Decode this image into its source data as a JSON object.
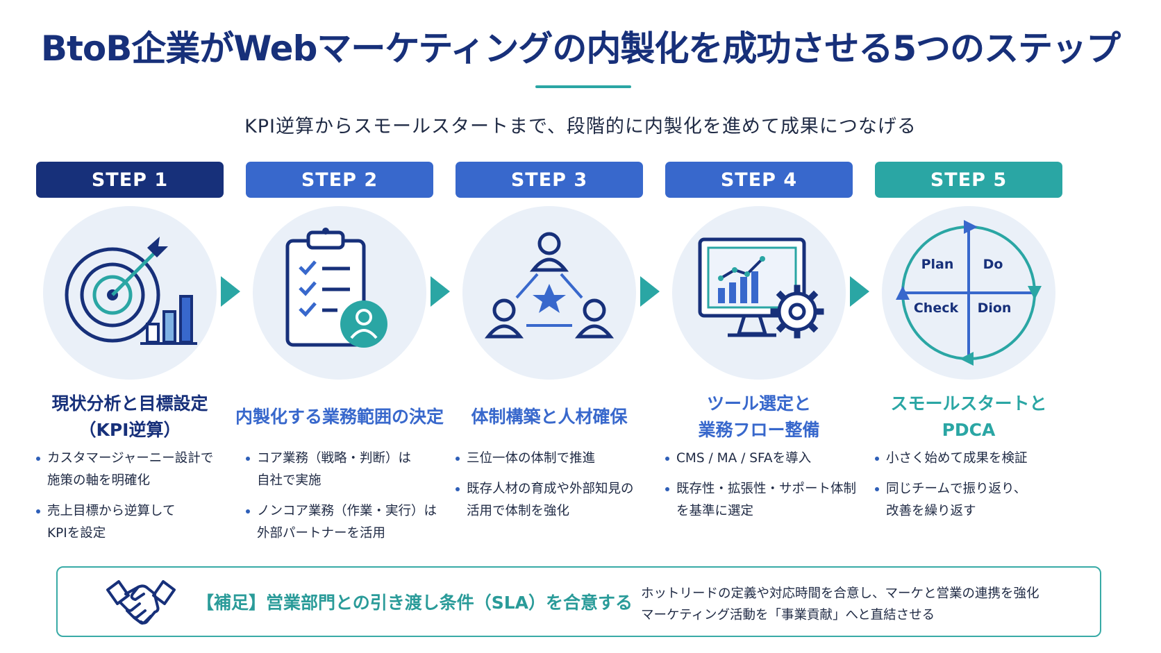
{
  "title": "BtoB企業がWebマーケティングの内製化を成功させる5つのステップ",
  "subtitle": "KPI逆算からスモールスタートまで、段階的に内製化を進めて成果につなげる",
  "colors": {
    "navy": "#17307a",
    "blue": "#3868cc",
    "teal": "#2aa6a4",
    "circle_bg": "#eaf0f8"
  },
  "steps": [
    {
      "badge": "STEP 1",
      "icon": "target-with-bar-chart-icon",
      "title": "現状分析と目標設定\n（KPI逆算）",
      "bullets": [
        "カスタマージャーニー設計で\n施策の軸を明確化",
        "売上目標から逆算して\nKPIを設定"
      ]
    },
    {
      "badge": "STEP 2",
      "icon": "clipboard-checklist-user-icon",
      "title": "内製化する業務範囲の決定",
      "bullets": [
        "コア業務（戦略・判断）は\n自社で実施",
        "ノンコア業務（作業・実行）は\n外部パートナーを活用"
      ]
    },
    {
      "badge": "STEP 3",
      "icon": "team-triangle-star-icon",
      "title": "体制構築と人材確保",
      "bullets": [
        "三位一体の体制で推進",
        "既存人材の育成や外部知見の\n活用で体制を強化"
      ]
    },
    {
      "badge": "STEP 4",
      "icon": "monitor-chart-gear-icon",
      "title": "ツール選定と\n業務フロー整備",
      "bullets": [
        "CMS / MA / SFAを導入",
        "既存性・拡張性・サポート体制\nを基準に選定"
      ]
    },
    {
      "badge": "STEP 5",
      "icon": "pdca-cycle-icon",
      "title": "スモールスタートと\nPDCA",
      "pdca": [
        "Plan",
        "Do",
        "Check",
        "Dion"
      ],
      "bullets": [
        "小さく始めて成果を検証",
        "同じチームで振り返り、\n改善を繰り返す"
      ]
    }
  ],
  "note": {
    "icon": "handshake-icon",
    "label": "【補足】営業部門との引き渡し条件（SLA）を合意する",
    "lines": [
      "ホットリードの定義や対応時間を合意し、マーケと営業の連携を強化",
      "マーケティング活動を「事業貢献」へと直結させる"
    ]
  }
}
